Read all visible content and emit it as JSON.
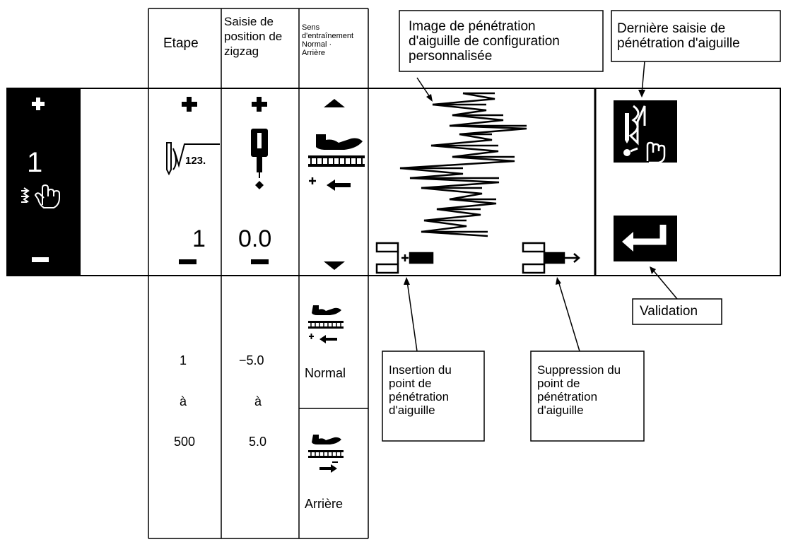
{
  "columns": {
    "etape": {
      "label": "Etape"
    },
    "zigzag": {
      "label_lines": [
        "Saisie de",
        "position de",
        "zigzag"
      ]
    },
    "feed": {
      "label_lines": [
        "Sens",
        "d'entraînement",
        "Normal ·",
        "Arrière"
      ]
    }
  },
  "panel": {
    "step_counter": "1",
    "step_value": "1",
    "zigzag_value": "0.0"
  },
  "ranges": {
    "etape": [
      "1",
      "à",
      "500"
    ],
    "zigzag": [
      "−5.0",
      "à",
      "5.0"
    ]
  },
  "feed_options": {
    "normal": "Normal",
    "reverse": "Arrière"
  },
  "callouts": {
    "image": [
      "Image de pénétration",
      "d'aiguille de configuration",
      "personnalisée"
    ],
    "last_input": [
      "Dernière saisie de",
      "pénétration d'aiguille"
    ],
    "validation": "Validation",
    "insertion": [
      "Insertion du",
      "point de",
      "pénétration",
      "d'aiguille"
    ],
    "deletion": [
      "Suppression du",
      "point de",
      "pénétration",
      "d'aiguille"
    ]
  },
  "icons": {
    "plus": "plus-icon",
    "minus": "minus-icon",
    "up": "triangle-up-icon",
    "down": "triangle-down-icon",
    "needle": "needle-icon",
    "feed_dog": "presser-foot-feed-icon",
    "hand": "hand-pointer-icon",
    "enter": "enter-return-icon"
  }
}
